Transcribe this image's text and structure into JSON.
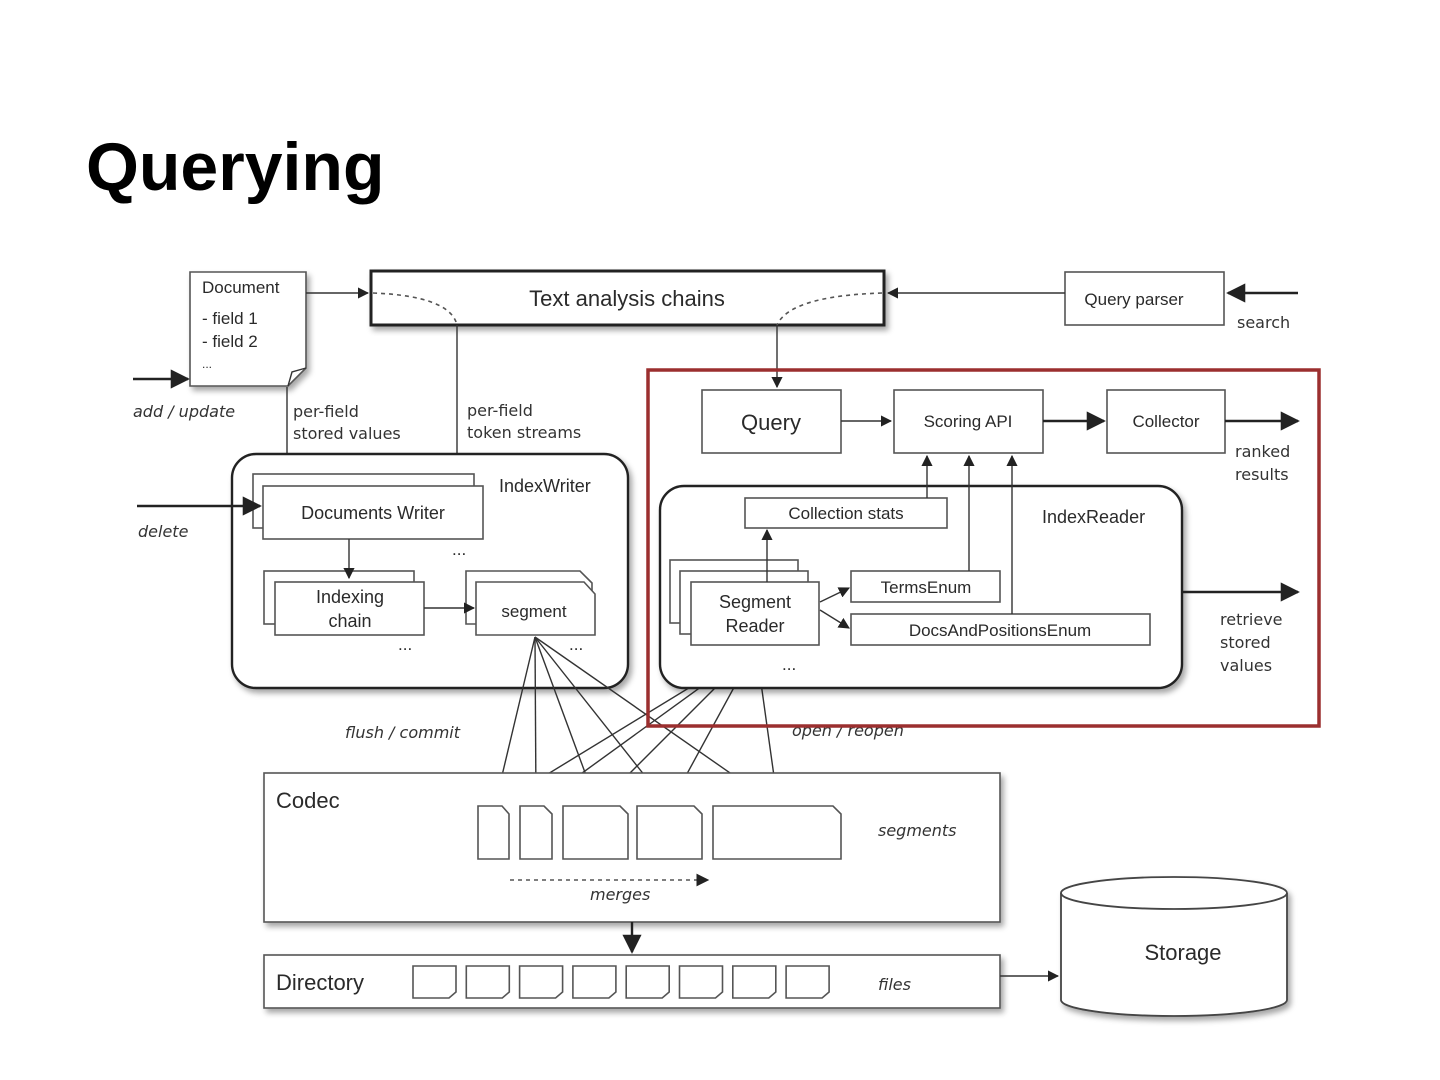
{
  "slide": {
    "title": "Querying",
    "highlight_color": "#9b2f2f"
  },
  "diagram": {
    "document": {
      "title": "Document",
      "fields": [
        "- field 1",
        "- field 2",
        "..."
      ]
    },
    "text_analysis": "Text analysis chains",
    "query_parser": "Query parser",
    "labels": {
      "search": "search",
      "add_update": "add / update",
      "delete": "delete",
      "per_field_stored_1": "per-field",
      "per_field_stored_2": "stored values",
      "per_field_token_1": "per-field",
      "per_field_token_2": "token streams",
      "ranked_1": "ranked",
      "ranked_2": "results",
      "retrieve_1": "retrieve",
      "retrieve_2": "stored",
      "retrieve_3": "values",
      "flush_commit": "flush / commit",
      "open_reopen": "open / reopen",
      "segments": "segments",
      "merges": "merges",
      "files": "files",
      "ellipsis": "..."
    },
    "index_writer": {
      "title": "IndexWriter",
      "documents_writer": "Documents Writer",
      "indexing_chain_1": "Indexing",
      "indexing_chain_2": "chain",
      "segment": "segment"
    },
    "query_section": {
      "query": "Query",
      "scoring_api": "Scoring API",
      "collector": "Collector"
    },
    "index_reader": {
      "title": "IndexReader",
      "collection_stats": "Collection stats",
      "segment_reader_1": "Segment",
      "segment_reader_2": "Reader",
      "terms_enum": "TermsEnum",
      "docs_positions_enum": "DocsAndPositionsEnum"
    },
    "codec": "Codec",
    "directory": "Directory",
    "storage": "Storage"
  }
}
